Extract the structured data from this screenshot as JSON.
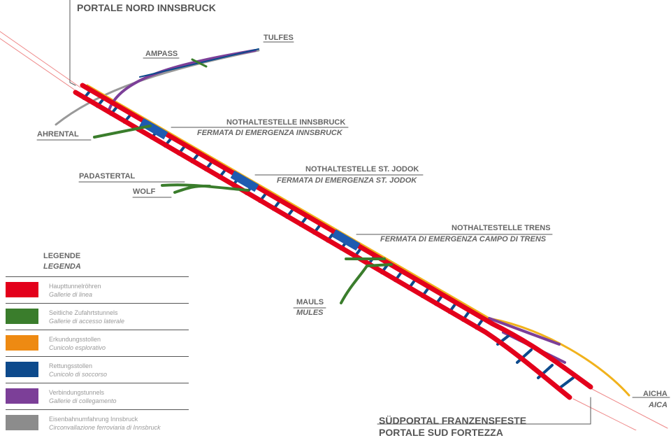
{
  "labels": {
    "portal_north": "PORTALE NORD INNSBRUCK",
    "tulfes": "TULFES",
    "ampass": "AMPASS",
    "ahrental": "AHRENTAL",
    "stop_ibk_de": "NOTHALTESTELLE INNSBRUCK",
    "stop_ibk_it": "FERMATA DI EMERGENZA INNSBRUCK",
    "padastertal": "PADASTERTAL",
    "wolf": "WOLF",
    "stop_jodok_de": "NOTHALTESTELLE ST. JODOK",
    "stop_jodok_it": "FERMATA DI EMERGENZA ST. JODOK",
    "stop_trens_de": "NOTHALTESTELLE TRENS",
    "stop_trens_it": "FERMATA DI EMERGENZA CAMPO DI TRENS",
    "mauls_de": "MAULS",
    "mauls_it": "MULES",
    "aicha_de": "AICHA",
    "aicha_it": "AICA",
    "portal_south_de": "SÜDPORTAL FRANZENSFESTE",
    "portal_south_it": "PORTALE SUD FORTEZZA"
  },
  "legend": {
    "title_de": "LEGENDE",
    "title_it": "LEGENDA",
    "items": [
      {
        "de": "Haupttunnelröhren",
        "it": "Gallerie di linea",
        "color": "#e3001b"
      },
      {
        "de": "Seitliche Zufahrtstunnels",
        "it": "Gallerie di accesso laterale",
        "color": "#3a7d2c"
      },
      {
        "de": "Erkundungsstollen",
        "it": "Cunicolo esplorativo",
        "color": "#ee8a12"
      },
      {
        "de": "Rettungsstollen",
        "it": "Cunicolo di soccorso",
        "color": "#0d4a8c"
      },
      {
        "de": "Verbindungstunnels",
        "it": "Gallerie di collegamento",
        "color": "#7c3f98"
      },
      {
        "de": "Eisenbahnumfahrung Innsbruck",
        "it": "Circonvallazione ferroviaria di Innsbruck",
        "color": "#8c8c8c"
      }
    ]
  }
}
